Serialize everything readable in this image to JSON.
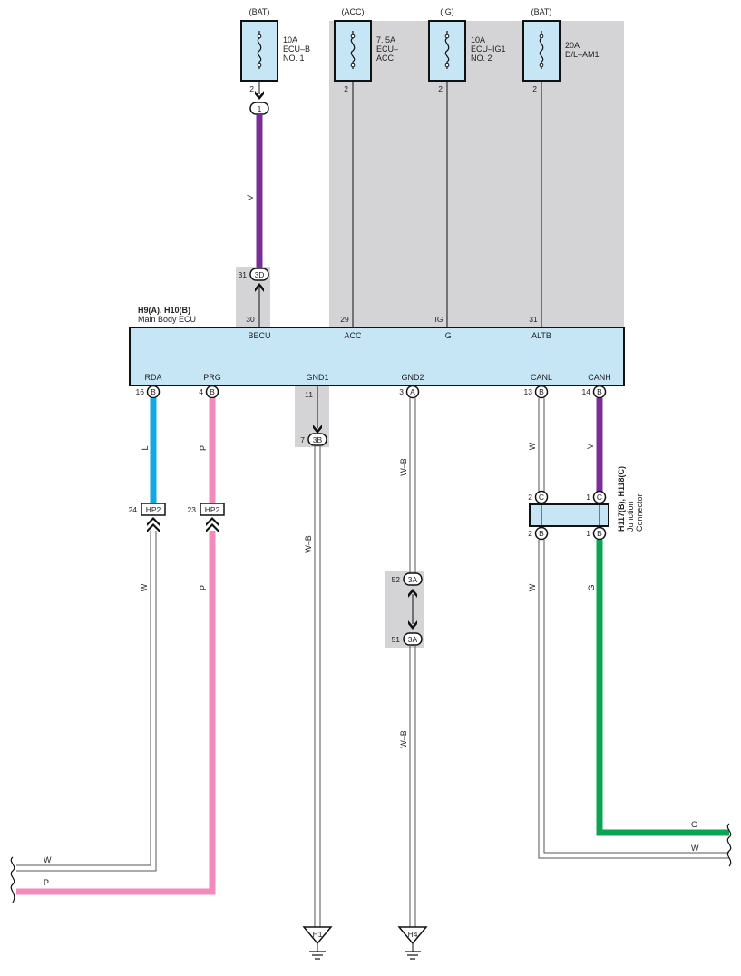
{
  "colors": {
    "violet": "#7a2f97",
    "blue": "#13a7e3",
    "pink": "#f08bbb",
    "green": "#0aa452",
    "shade": "#d4d4d6",
    "component_fill": "#c6e6f6"
  },
  "fuses": [
    {
      "source": "(BAT)",
      "rating": "10A",
      "name1": "ECU–B",
      "name2": "NO. 1",
      "pin": "2"
    },
    {
      "source": "(ACC)",
      "rating": "7. 5A",
      "name1": "ECU–",
      "name2": "ACC",
      "pin": "2"
    },
    {
      "source": "(IG)",
      "rating": "10A",
      "name1": "ECU–IG1",
      "name2": "NO. 2",
      "pin": "2"
    },
    {
      "source": "(BAT)",
      "rating": "20A",
      "name1": "D/L–AM1",
      "name2": "",
      "pin": "2"
    }
  ],
  "fuse_connector": {
    "pin": "1"
  },
  "ecu": {
    "id": "H9(A), H10(B)",
    "name": "Main Body ECU",
    "top_terminals": [
      {
        "name": "BECU",
        "pin": "30"
      },
      {
        "name": "ACC",
        "pin": "29"
      },
      {
        "name": "IG",
        "pin": "IG"
      },
      {
        "name": "ALTB",
        "pin": "31"
      }
    ],
    "bottom_terminals": [
      {
        "name": "RDA",
        "pin": "16",
        "conn": "B"
      },
      {
        "name": "PRG",
        "pin": "4",
        "conn": "B"
      },
      {
        "name": "GND1",
        "pin": "11",
        "conn": ""
      },
      {
        "name": "GND2",
        "pin": "3",
        "conn": "A"
      },
      {
        "name": "CANL",
        "pin": "13",
        "conn": "B"
      },
      {
        "name": "CANH",
        "pin": "14",
        "conn": "B"
      }
    ]
  },
  "connectors": {
    "c3d": {
      "id": "3D",
      "pin": "31"
    },
    "c3b": {
      "id": "3B",
      "pin": "7"
    },
    "hp2_w": {
      "id": "HP2",
      "pin": "24"
    },
    "hp2_p": {
      "id": "HP2",
      "pin": "23"
    },
    "c3a_upper": {
      "id": "3A",
      "pin": "52"
    },
    "c3a_lower": {
      "id": "3A",
      "pin": "51"
    }
  },
  "junction": {
    "id": "H117(B), H118(C)",
    "line1": "Junction",
    "line2": "Connector",
    "pins": [
      {
        "pin": "2",
        "conn": "C"
      },
      {
        "pin": "1",
        "conn": "C"
      },
      {
        "pin": "2",
        "conn": "B"
      },
      {
        "pin": "1",
        "conn": "B"
      }
    ]
  },
  "wire_colors": {
    "v_top": "V",
    "l": "L",
    "p_upper": "P",
    "w_canl_upper": "W",
    "v_canh": "V",
    "wb_gnd2_upper": "W–B",
    "w_rda_lower": "W",
    "p_lower": "P",
    "wb_gnd1": "W–B",
    "w_canl_lower": "W",
    "g_lower": "G",
    "wb_gnd2_lower": "W–B",
    "w_bottom_left": "W",
    "p_bottom_left": "P",
    "g_right": "G",
    "w_right": "W"
  },
  "grounds": [
    {
      "id": "H1"
    },
    {
      "id": "H4"
    }
  ]
}
